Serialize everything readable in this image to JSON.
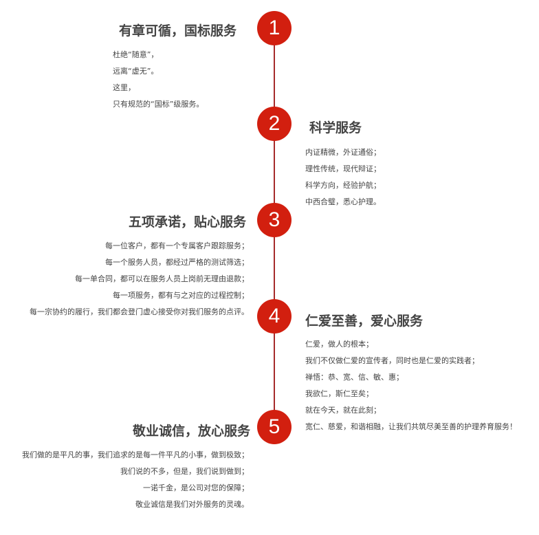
{
  "sections": [
    {
      "number": "1",
      "title": "有章可循，国标服务",
      "lines": [
        "杜绝“随意”，",
        "远离“虚无”。",
        "这里，",
        "只有规范的“国标”级服务。"
      ]
    },
    {
      "number": "2",
      "title": "科学服务",
      "lines": [
        "内证精微，外证通俗；",
        "理性传统，现代辩证；",
        "科学方向，经验护航；",
        "中西合璧，悉心护理。"
      ]
    },
    {
      "number": "3",
      "title": "五项承诺，贴心服务",
      "lines": [
        "每一位客户，都有一个专属客户跟踪服务；",
        "每一个服务人员，都经过严格的测试筛选；",
        "每一单合同，都可以在服务人员上岗前无理由退款；",
        "每一项服务，都有与之对应的过程控制；",
        "每一宗协约的履行，我们都会登门虚心接受你对我们服务的点评。"
      ]
    },
    {
      "number": "4",
      "title": "仁爱至善，爱心服务",
      "lines": [
        "仁爱，做人的根本；",
        "我们不仅做仁爱的宣传者，同时也是仁爱的实践者；",
        "禅悟：恭、宽、信、敏、惠；",
        "我欲仁，斯仁至矣；",
        "就在今天，就在此刻；",
        "宽仁、慈爱，和谐相融，让我们共筑尽美至善的护理养育服务！"
      ]
    },
    {
      "number": "5",
      "title": "敬业诚信，放心服务",
      "lines": [
        "我们做的是平凡的事，我们追求的是每一件平凡的小事，做到极致；",
        "我们说的不多，但是，我们说到做到；",
        "一诺千金，是公司对您的保障；",
        "敬业诚信是我们对外服务的灵魂。"
      ]
    }
  ],
  "colors": {
    "accent": "#d21f0f",
    "line": "#a52a2a"
  }
}
